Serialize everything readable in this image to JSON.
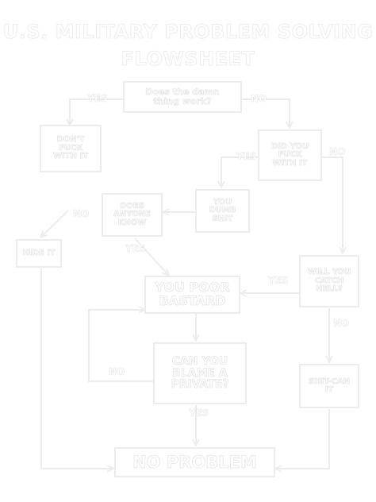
{
  "title": {
    "line1": "U.S. MILITARY PROBLEM SOLVING",
    "line2": "FLOWSHEET"
  },
  "nodes": {
    "works": "Does the damn\nthing work?",
    "dont_fuck": "DON'T\nFUCK\nWITH IT",
    "did_you": "DID YOU\nFUCK\nWITH IT",
    "you_dumb": "YOU\nDUMB\nSHIT",
    "does_anyone": "DOES\nANYONE\nKNOW",
    "hide_it": "HIDE IT",
    "will_you": "WILL YOU\nCATCH\nHELL?",
    "poor": "YOU POOR\nBASTARD",
    "blame": "CAN YOU\nBLAME A\nPRIVATE?",
    "shitcan": "SHIT-CAN\nIT",
    "no_problem": "NO PROBLEM"
  },
  "labels": {
    "works_yes": "YES",
    "works_no": "NO",
    "did_yes": "YES",
    "did_no": "NO",
    "anyone_no": "NO",
    "anyone_yes": "YES",
    "hell_yes": "YES",
    "hell_no": "NO",
    "blame_no": "NO",
    "blame_yes": "YES"
  },
  "colors": {
    "stroke": "#ececec",
    "fill": "#ffffff"
  }
}
